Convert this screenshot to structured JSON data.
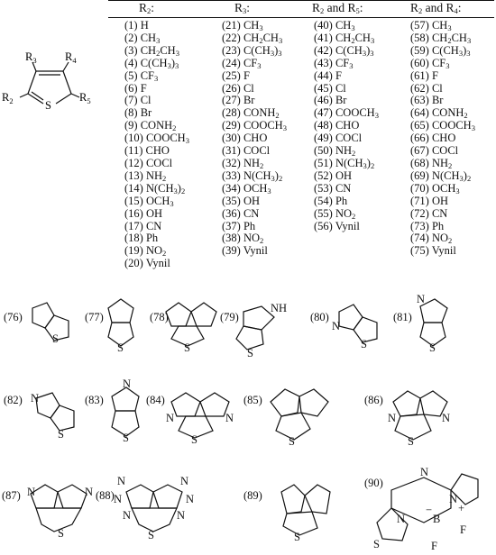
{
  "headers": [
    "R{2}:",
    "R{3}:",
    "R{2} and R{5}:",
    "R{2} and R{4}:"
  ],
  "columns": [
    [
      "(1) H",
      "(2) CH{3}",
      "(3) CH{2}CH{3}",
      "(4) C(CH{3}){3}",
      "(5) CF{3}",
      "(6) F",
      "(7) Cl",
      "(8) Br",
      "(9) CONH{2}",
      "(10) COOCH{3}",
      "(11) CHO",
      "(12) COCl",
      "(13) NH{2}",
      "(14) N(CH{3}){2}",
      "(15) OCH{3}",
      "(16) OH",
      "(17) CN",
      "(18) Ph",
      "(19) NO{2}",
      "(20) Vynil"
    ],
    [
      "(21) CH{3}",
      "(22) CH{2}CH{3}",
      "(23) C(CH{3}){3}",
      "(24) CF{3}",
      "(25) F",
      "(26) Cl",
      "(27) Br",
      "(28) CONH{2}",
      "(29) COOCH{3}",
      "(30) CHO",
      "(31) COCl",
      "(32) NH{2}",
      "(33) N(CH{3}){2}",
      "(34) OCH{3}",
      "(35) OH",
      "(36) CN",
      "(37) Ph",
      "(38) NO{2}",
      "(39) Vynil"
    ],
    [
      "(40) CH{3}",
      "(41) CH{2}CH{3}",
      "(42) C(CH{3}){3}",
      "(43) CF{3}",
      "(44) F",
      "(45) Cl",
      "(46) Br",
      "(47) COOCH{3}",
      "(48) CHO",
      "(49) COCl",
      "(50) NH{2}",
      "(51) N(CH{3}){2}",
      "(52) OH",
      "(53) CN",
      "(54) Ph",
      "(55) NO{2}",
      "(56) Vynil"
    ],
    [
      "(57) CH{3}",
      "(58) CH{2}CH{3}",
      "(59) C(CH{3}){3}",
      "(60) CF{3}",
      "(61) F",
      "(62) Cl",
      "(63) Br",
      "(64) CONH{2}",
      "(65) COOCH{3}",
      "(66) CHO",
      "(67) COCl",
      "(68) NH{2}",
      "(69) N(CH{3}){2}",
      "(70) OCH{3}",
      "(71) OH",
      "(72) CN",
      "(73) Ph",
      "(74) NO{2}",
      "(75) Vynil"
    ]
  ],
  "core": {
    "r3": "R{3}",
    "r4": "R{4}",
    "r2": "R{2}",
    "r5": "R{5}",
    "s": "S"
  },
  "structures": [
    {
      "label": "(76)",
      "atoms": [
        "S"
      ]
    },
    {
      "label": "(77)",
      "atoms": [
        "S"
      ]
    },
    {
      "label": "(78)",
      "atoms": [
        "S"
      ]
    },
    {
      "label": "(79)",
      "atoms": [
        "NH",
        "S"
      ]
    },
    {
      "label": "(80)",
      "atoms": [
        "N",
        "S"
      ]
    },
    {
      "label": "(81)",
      "atoms": [
        "N",
        "S"
      ]
    },
    {
      "label": "(82)",
      "atoms": [
        "N",
        "S"
      ]
    },
    {
      "label": "(83)",
      "atoms": [
        "N",
        "S"
      ]
    },
    {
      "label": "(84)",
      "atoms": [
        "N",
        "N",
        "S"
      ]
    },
    {
      "label": "(85)",
      "atoms": [
        "S"
      ]
    },
    {
      "label": "(86)",
      "atoms": [
        "N",
        "N",
        "S"
      ]
    },
    {
      "label": "(87)",
      "atoms": [
        "N",
        "N",
        "S"
      ]
    },
    {
      "label": "(88)",
      "atoms": [
        "N",
        "N",
        "N",
        "N",
        "N",
        "N",
        "S"
      ]
    },
    {
      "label": "(89)",
      "atoms": [
        "S"
      ]
    },
    {
      "label": "(90)",
      "atoms": [
        "N",
        "N",
        "N",
        "B",
        "F",
        "F",
        "S",
        "−",
        "+"
      ]
    }
  ]
}
